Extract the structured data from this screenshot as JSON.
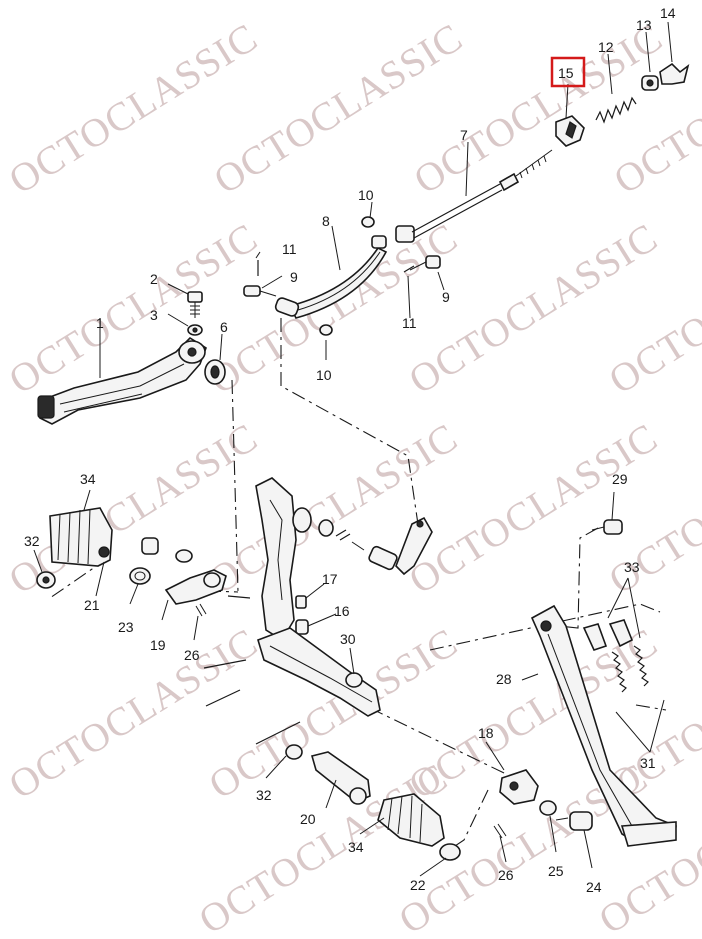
{
  "watermark": {
    "text": "OCTOCLASSIC",
    "color": "#d9c8c8"
  },
  "highlight": {
    "label": "15",
    "color": "#d41a1a"
  },
  "callouts": {
    "c1": "1",
    "c2": "2",
    "c3": "3",
    "c6": "6",
    "c7": "7",
    "c8": "8",
    "c9a": "9",
    "c9b": "9",
    "c10a": "10",
    "c10b": "10",
    "c11a": "11",
    "c11b": "11",
    "c12": "12",
    "c13": "13",
    "c14": "14",
    "c16": "16",
    "c17": "17",
    "c18": "18",
    "c19": "19",
    "c20": "20",
    "c21": "21",
    "c22": "22",
    "c23": "23",
    "c24": "24",
    "c25": "25",
    "c26a": "26",
    "c26b": "26",
    "c28": "28",
    "c29": "29",
    "c30": "30",
    "c31": "31",
    "c32a": "32",
    "c32b": "32",
    "c33": "33",
    "c34a": "34",
    "c34b": "34"
  }
}
